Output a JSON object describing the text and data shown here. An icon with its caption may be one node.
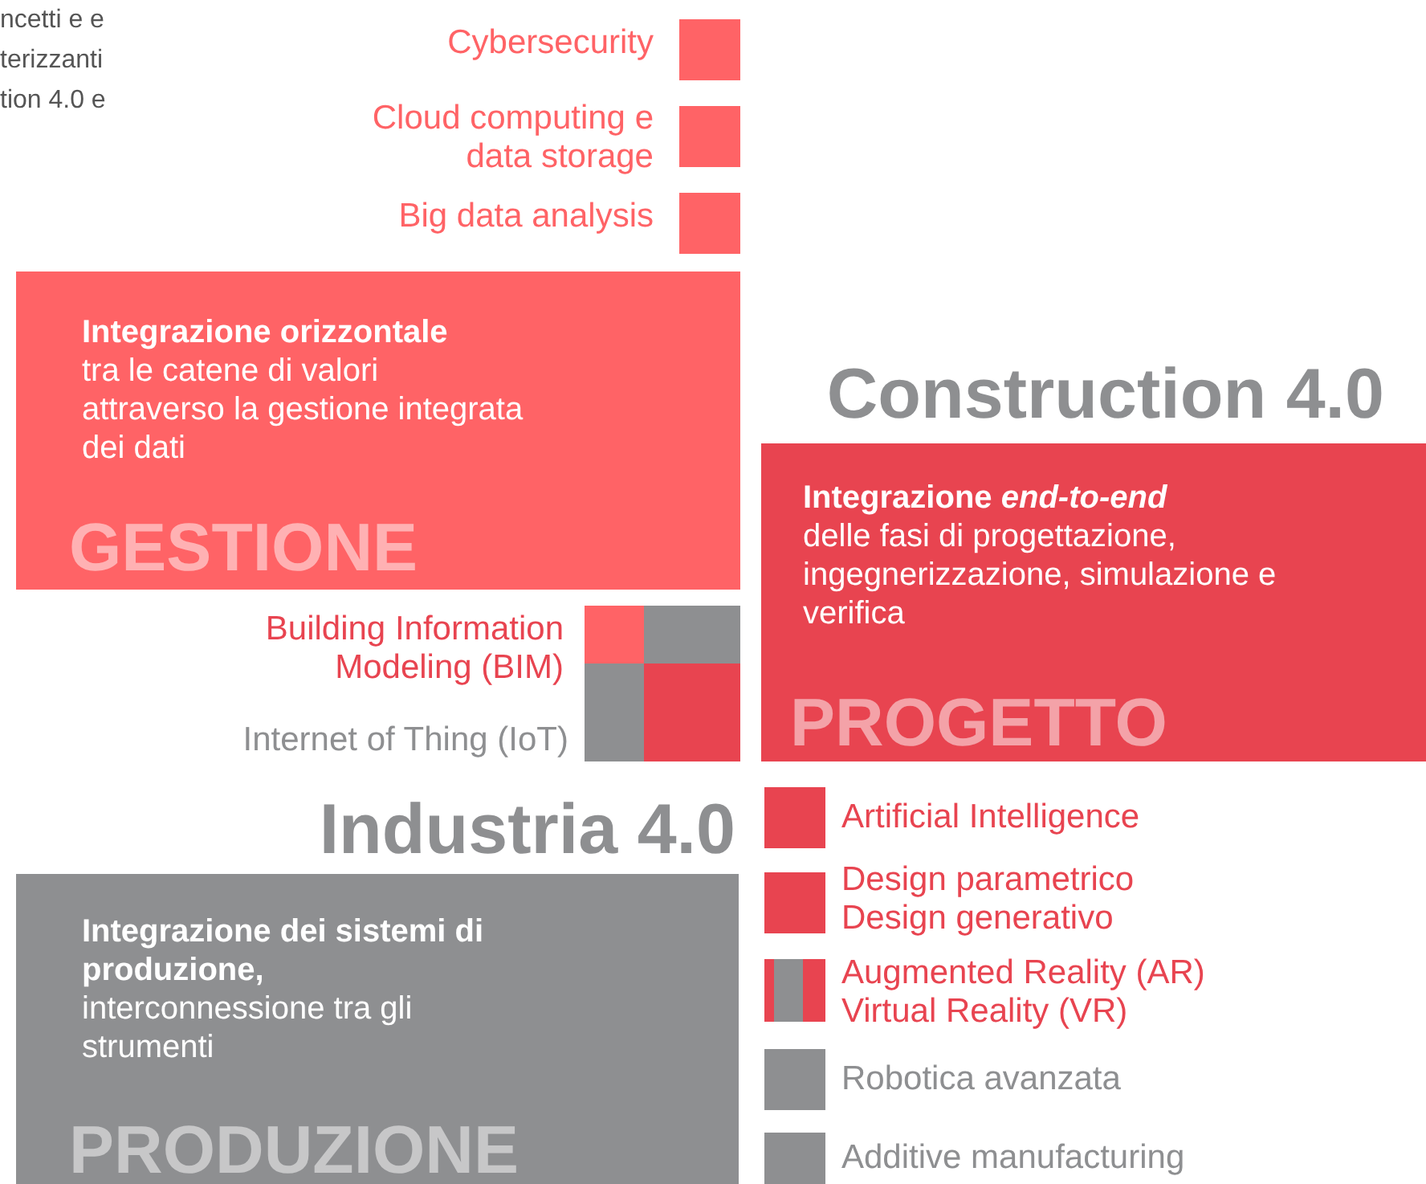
{
  "diagram": {
    "nodes": [
      {
        "text": [
          "Integrazione orizzontale",
          "tra le catene di valori attraverso la gestione integrata dei dati",
          "GESTIONE"
        ]
      },
      {
        "text": [
          "Integrazione *end-to-end*",
          "delle fasi di progettazione, ingegnerizzazione, simulazione e verifica",
          "PROGETTO"
        ]
      },
      {
        "text": [
          "Integrazione dei sistemi di produzione,",
          "interconnessione tra gli strumenti",
          "PRODUZIONE"
        ]
      }
    ],
    "labels": [
      "ncetti e e terizzanti tion 4.0 e",
      "Construction 4.0",
      "Industria 4.0"
    ],
    "legend": [
      {
        "text": "Cybersecurity",
        "color": "#ff6366"
      },
      {
        "text": "Cloud computing e data storage",
        "color": "#ff6366"
      },
      {
        "text": "Big data analysis",
        "color": "#ff6366"
      },
      {
        "text": "Building Information Modeling (BIM)"
      },
      {
        "text": "Internet of Thing (IoT)"
      },
      {
        "text": "Artificial Intelligence",
        "color": "#e84450"
      },
      {
        "text": "Design parametrico Design generativo",
        "color": "#e84450"
      },
      {
        "text": "Augmented Reality (AR) Virtual Reality (VR)"
      },
      {
        "text": "Robotica avanzata",
        "color": "#8e8f91"
      },
      {
        "text": "Additive manufacturing",
        "color": "#8e8f91"
      }
    ]
  }
}
